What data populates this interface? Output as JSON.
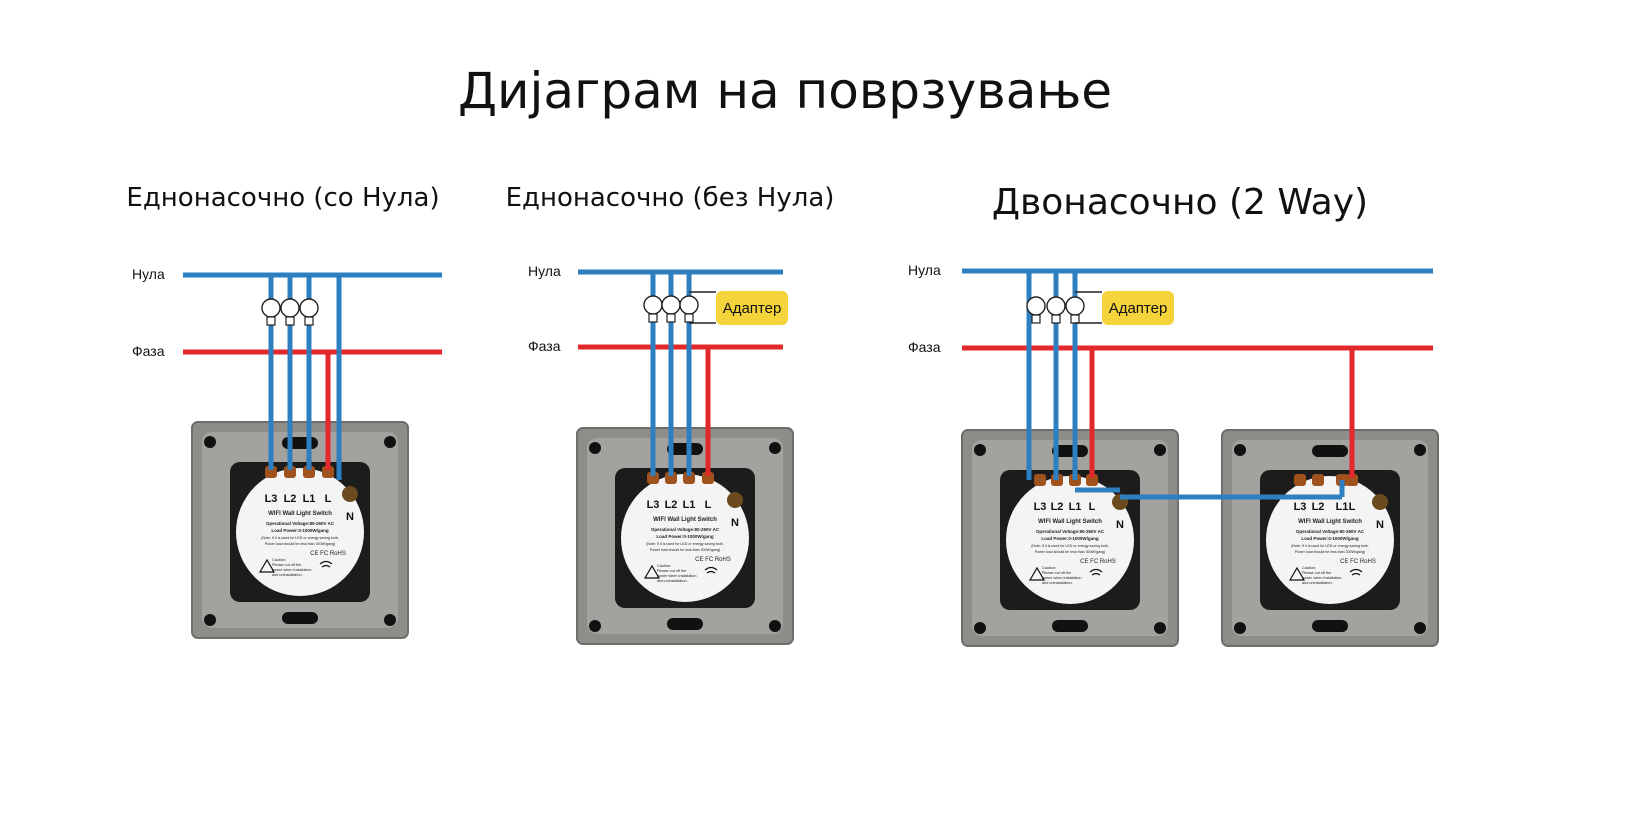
{
  "title": "Дијаграм на поврзување",
  "colors": {
    "neutral_wire": "#2e7fc0",
    "phase_wire": "#e2282a",
    "adapter": "#f5d33a",
    "plate": "#8e8d8a",
    "module": "#1c1c1c"
  },
  "panels": [
    {
      "title": "Еднонасочно (со Нула)",
      "neutral_label": "Нула",
      "phase_label": "Фаза"
    },
    {
      "title": "Еднонасочно (без Нула)",
      "neutral_label": "Нула",
      "phase_label": "Фаза",
      "adapter_label": "Адаптер"
    },
    {
      "title": "Двонасочно (2 Way)",
      "neutral_label": "Нула",
      "phase_label": "Фаза",
      "adapter_label": "Адаптер"
    }
  ],
  "switch_label": {
    "terminals": [
      "L3",
      "L2",
      "L1",
      "L"
    ],
    "neutral": "N",
    "name": "WIFI Wall Light Switch",
    "voltage": "Operational Voltage:80-260V AC",
    "load": "Load Power:0-1000W/gang",
    "note1": "(Note: If it is used for LED or energy saving bulb,",
    "note2": "Power load should be less than 300W/gang)",
    "certs": "CE FC RoHS",
    "caution1": "Caution:",
    "caution2": "Please cut off the",
    "caution3": "power when installation",
    "caution4": "and uninstallation."
  }
}
